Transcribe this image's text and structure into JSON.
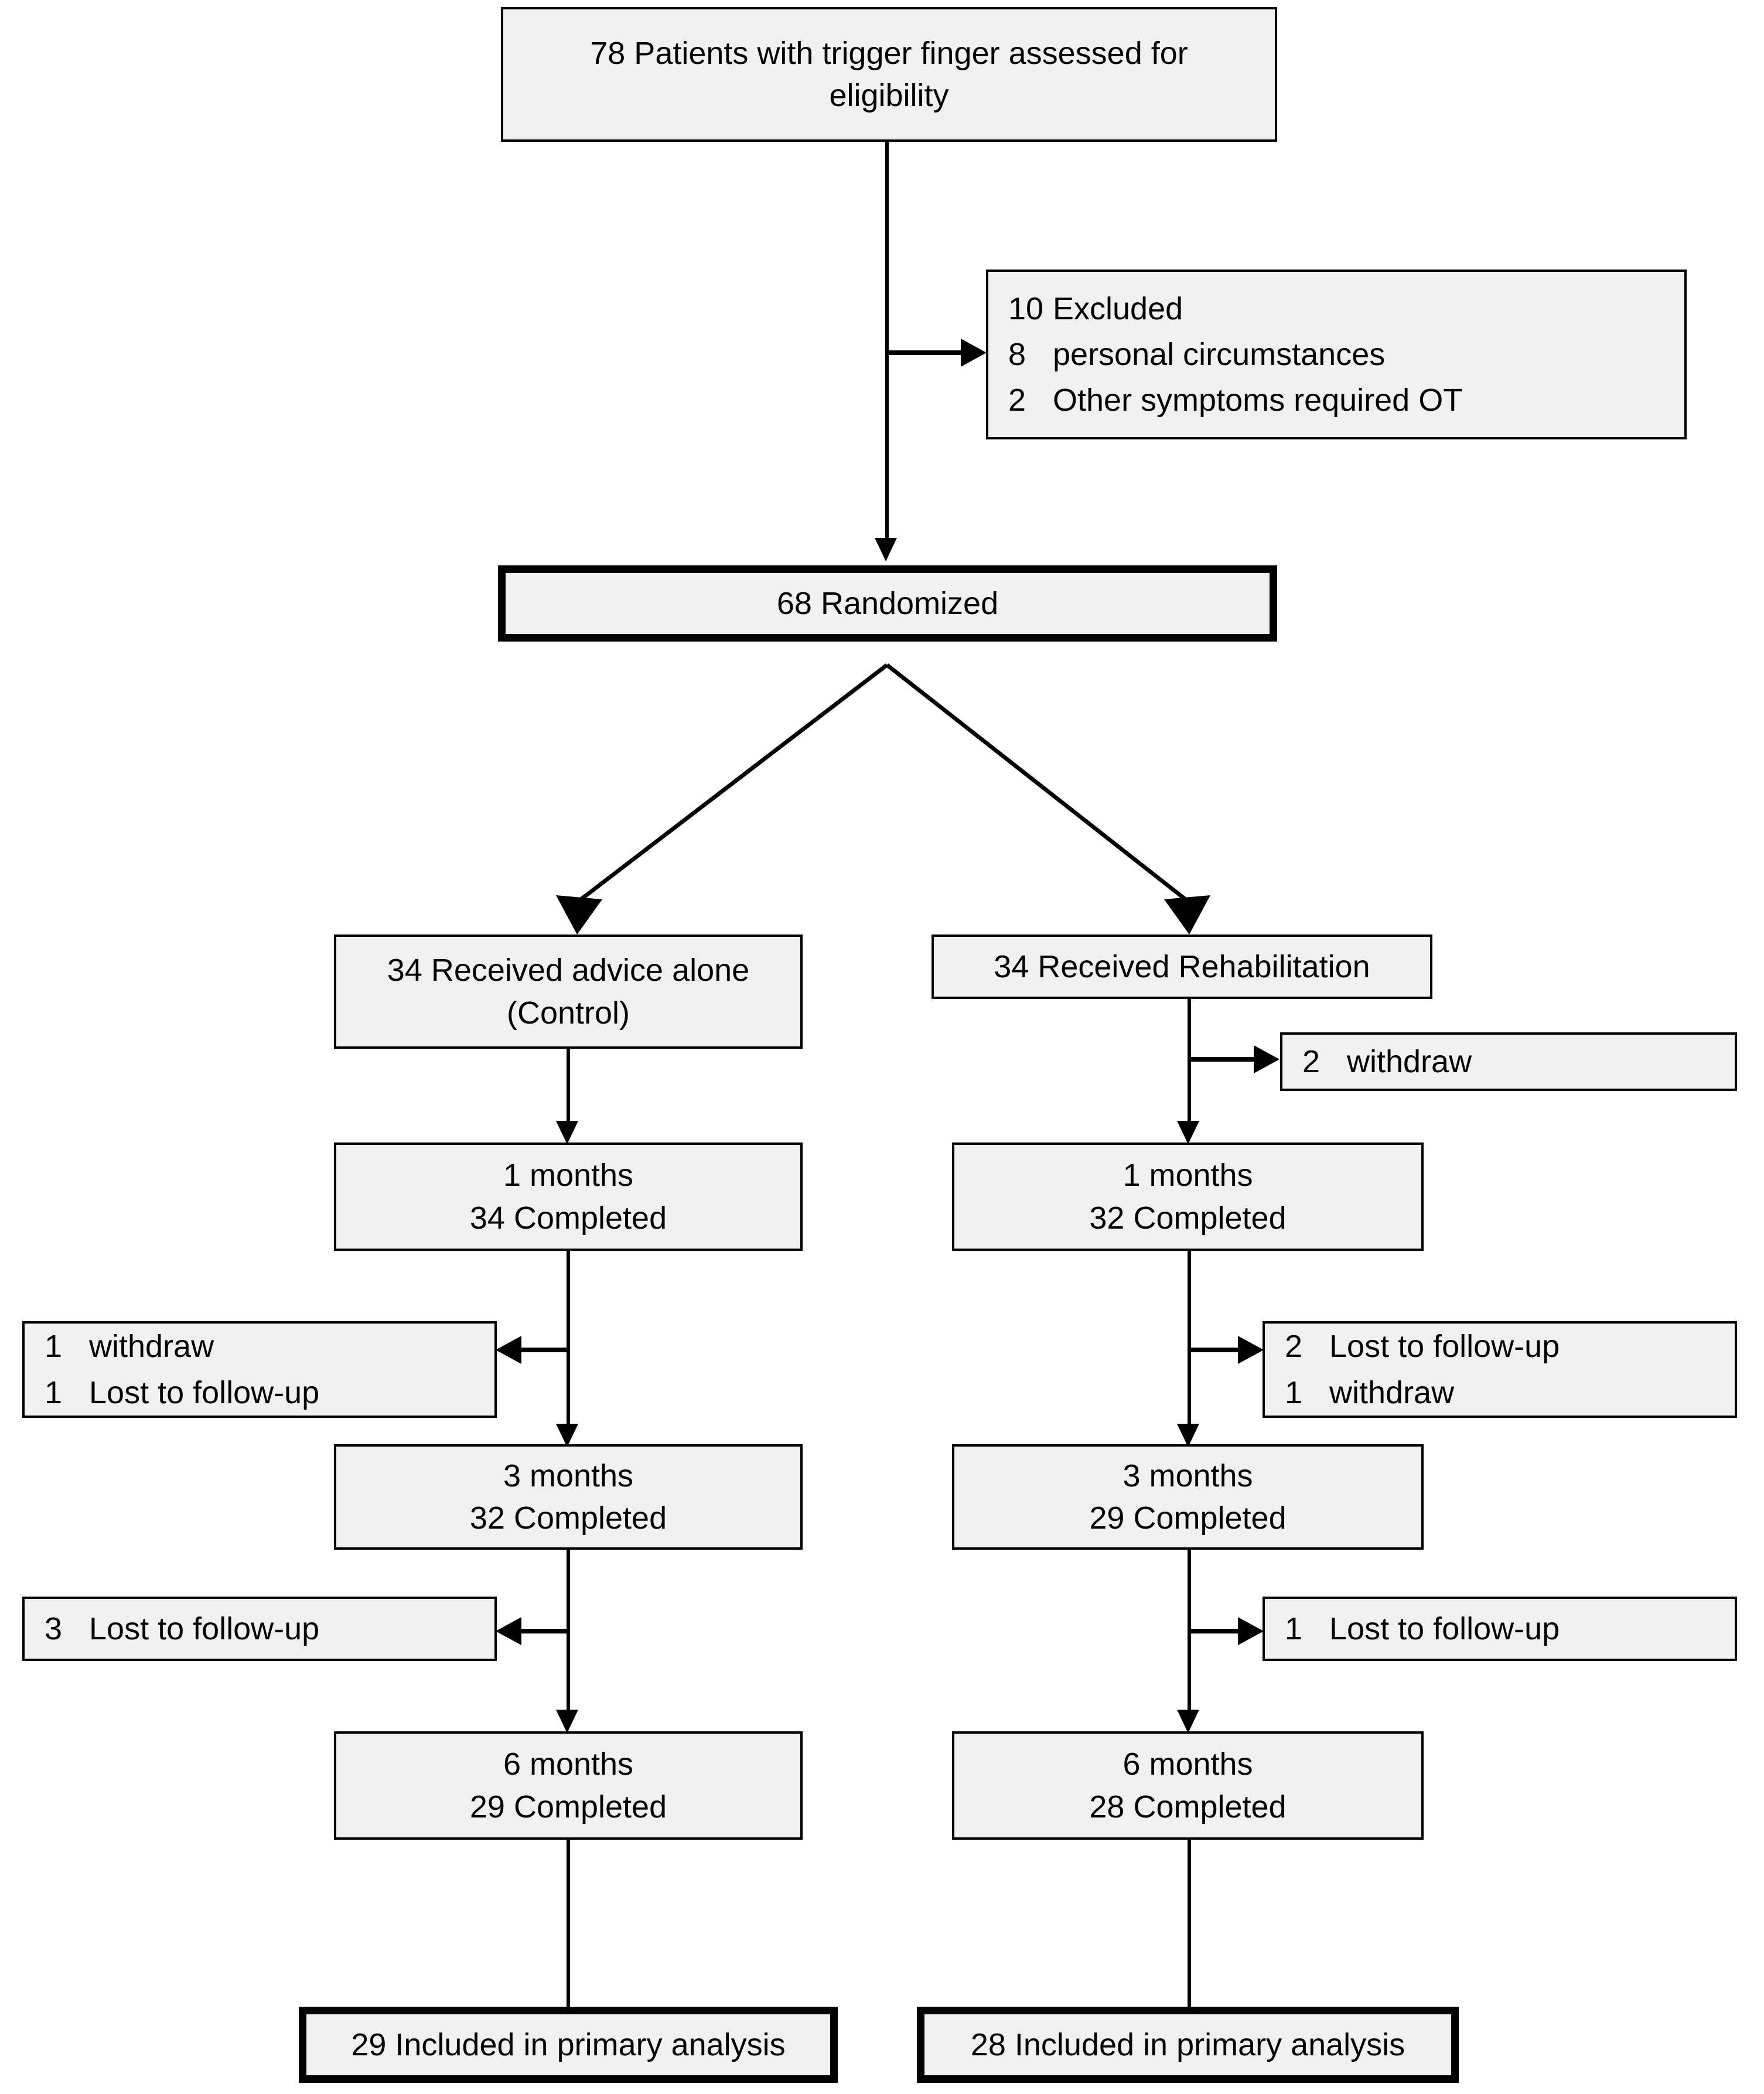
{
  "diagram": {
    "type": "consort-flow-diagram",
    "title": "CONSORT participant flow",
    "colors": {
      "box_fill": "#f0f0f0",
      "box_border": "#000000",
      "background": "#ffffff",
      "text": "#000000"
    },
    "nodes": {
      "enrollment": {
        "line1": "78 Patients with trigger finger assessed for",
        "line2": "eligibility",
        "count": 78,
        "emphasis": "normal"
      },
      "excluded": {
        "rows": [
          {
            "num": "10",
            "text": "Excluded"
          },
          {
            "num": "8",
            "text": "personal circumstances"
          },
          {
            "num": "2",
            "text": "Other symptoms required OT"
          }
        ]
      },
      "randomized": {
        "label": "68 Randomized",
        "count": 68,
        "emphasis": "bold-border"
      },
      "control_arm": {
        "line1": "34 Received advice alone",
        "line2": "(Control)",
        "count": 34
      },
      "rehab_arm": {
        "line1": "34 Received Rehabilitation",
        "count": 34
      },
      "rehab_withdraw_0": {
        "rows": [
          {
            "num": "2",
            "text": "withdraw"
          }
        ]
      },
      "control_1m": {
        "line1": "1 months",
        "line2": "34 Completed",
        "timepoint": "1 months",
        "completed": 34
      },
      "rehab_1m": {
        "line1": "1 months",
        "line2": "32 Completed",
        "timepoint": "1 months",
        "completed": 32
      },
      "control_dropout_1m": {
        "rows": [
          {
            "num": "1",
            "text": "withdraw"
          },
          {
            "num": "1",
            "text": "Lost to follow-up"
          }
        ]
      },
      "rehab_dropout_1m": {
        "rows": [
          {
            "num": "2",
            "text": "Lost to follow-up"
          },
          {
            "num": "1",
            "text": "withdraw"
          }
        ]
      },
      "control_3m": {
        "line1": "3 months",
        "line2": "32 Completed",
        "timepoint": "3 months",
        "completed": 32
      },
      "rehab_3m": {
        "line1": "3 months",
        "line2": "29 Completed",
        "timepoint": "3 months",
        "completed": 29
      },
      "control_dropout_3m": {
        "rows": [
          {
            "num": "3",
            "text": "Lost to follow-up"
          }
        ]
      },
      "rehab_dropout_3m": {
        "rows": [
          {
            "num": "1",
            "text": "Lost to follow-up"
          }
        ]
      },
      "control_6m": {
        "line1": "6 months",
        "line2": "29 Completed",
        "timepoint": "6 months",
        "completed": 29
      },
      "rehab_6m": {
        "line1": "6 months",
        "line2": "28 Completed",
        "timepoint": "6 months",
        "completed": 28
      },
      "control_analysis": {
        "label": "29 Included in primary analysis",
        "count": 29,
        "emphasis": "bold-border"
      },
      "rehab_analysis": {
        "label": "28 Included in primary analysis",
        "count": 28,
        "emphasis": "bold-border"
      }
    }
  }
}
